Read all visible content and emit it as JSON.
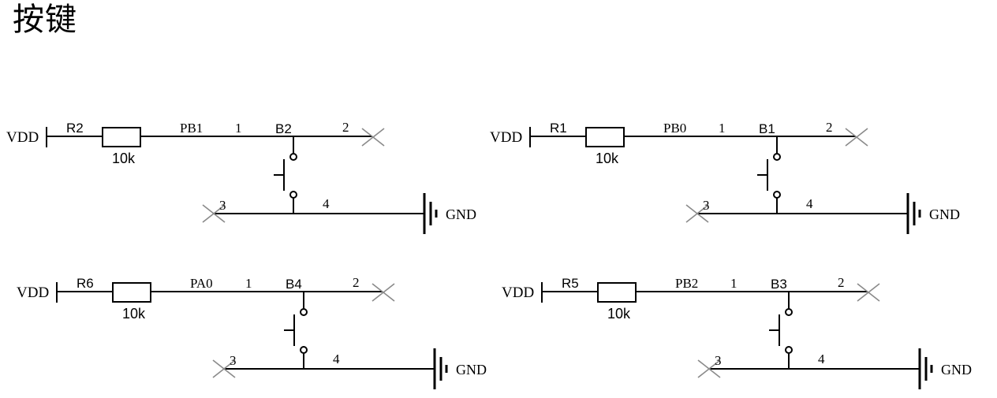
{
  "title": "按键",
  "colors": {
    "wire": "#000000",
    "no_connect_x": "#8a8a8a",
    "background": "#ffffff"
  },
  "circuits": [
    {
      "id": "top-left",
      "power_label": "VDD",
      "resistor_ref": "R2",
      "resistor_value": "10k",
      "net_label": "PB1",
      "pin1": "1",
      "button_ref": "B2",
      "pin2": "2",
      "pin3": "3",
      "pin4": "4",
      "ground_label": "GND"
    },
    {
      "id": "top-right",
      "power_label": "VDD",
      "resistor_ref": "R1",
      "resistor_value": "10k",
      "net_label": "PB0",
      "pin1": "1",
      "button_ref": "B1",
      "pin2": "2",
      "pin3": "3",
      "pin4": "4",
      "ground_label": "GND"
    },
    {
      "id": "bottom-left",
      "power_label": "VDD",
      "resistor_ref": "R6",
      "resistor_value": "10k",
      "net_label": "PA0",
      "pin1": "1",
      "button_ref": "B4",
      "pin2": "2",
      "pin3": "3",
      "pin4": "4",
      "ground_label": "GND"
    },
    {
      "id": "bottom-right",
      "power_label": "VDD",
      "resistor_ref": "R5",
      "resistor_value": "10k",
      "net_label": "PB2",
      "pin1": "1",
      "button_ref": "B3",
      "pin2": "2",
      "pin3": "3",
      "pin4": "4",
      "ground_label": "GND"
    }
  ]
}
